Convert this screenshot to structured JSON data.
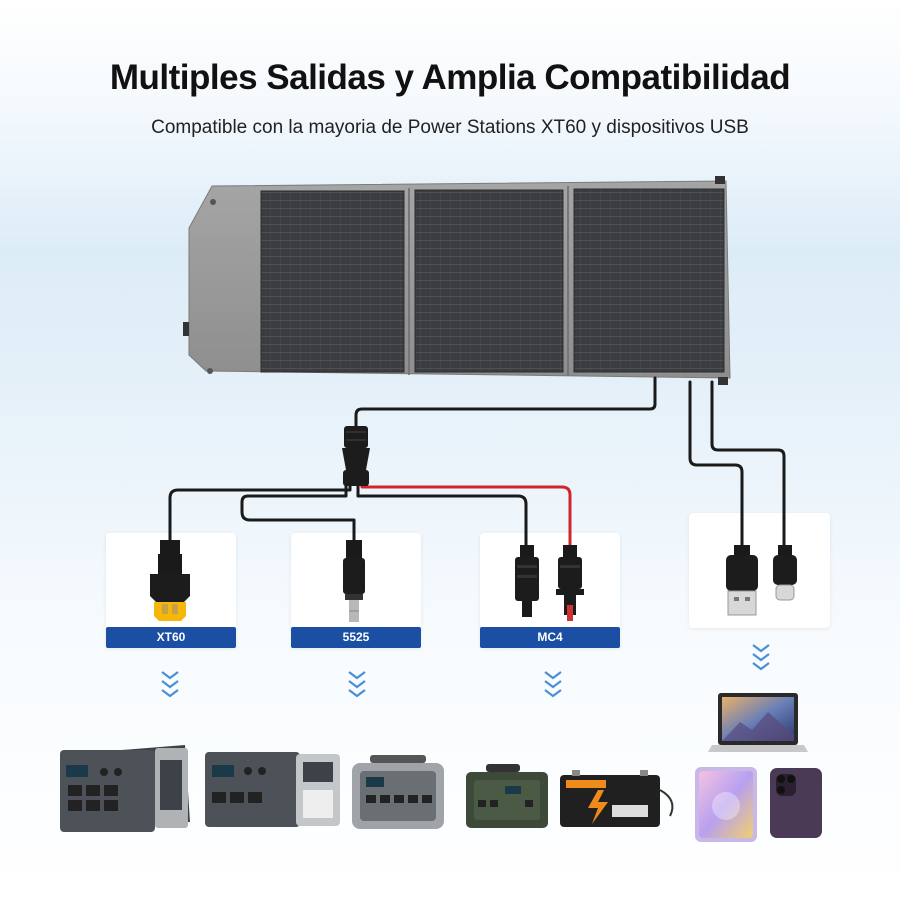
{
  "header": {
    "title": "Multiples Salidas y Amplia Compatibilidad",
    "subtitle": "Compatible con la mayoria de Power Stations XT60 y dispositivos USB"
  },
  "connectors": [
    {
      "label": "XT60"
    },
    {
      "label": "5525"
    },
    {
      "label": "MC4"
    }
  ],
  "colors": {
    "accent": "#1a4fa3",
    "arrow": "#4a8fd6",
    "panel_fabric": "#9a9a9a",
    "panel_cells": "#3b3d40",
    "cable_positive": "#d0262a"
  }
}
